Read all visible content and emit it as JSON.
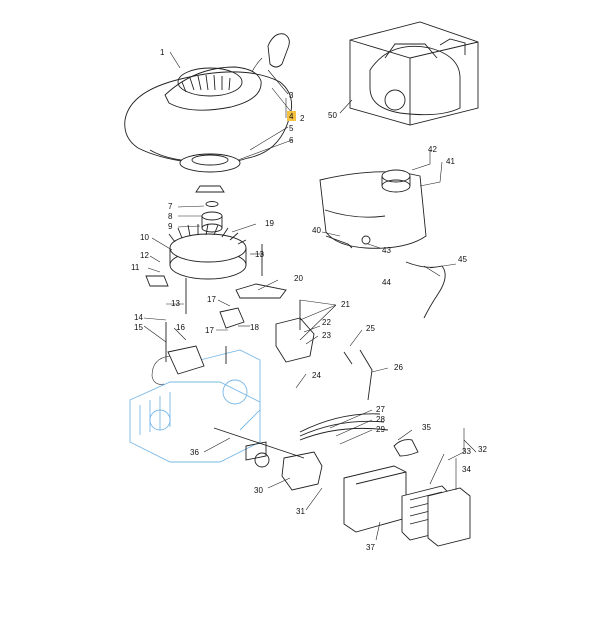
{
  "diagram": {
    "highlight_color": "#f5c242",
    "ghost_color": "#7ab8e6",
    "callouts": [
      "1",
      "2",
      "3",
      "4",
      "5",
      "6",
      "7",
      "8",
      "9",
      "10",
      "11",
      "12",
      "13",
      "13",
      "14",
      "15",
      "16",
      "17",
      "17",
      "18",
      "19",
      "20",
      "21",
      "22",
      "23",
      "24",
      "25",
      "26",
      "27",
      "28",
      "29",
      "30",
      "31",
      "32",
      "33",
      "34",
      "35",
      "36",
      "37",
      "40",
      "41",
      "42",
      "43",
      "44",
      "45",
      "50"
    ],
    "highlighted_callout": "4"
  }
}
